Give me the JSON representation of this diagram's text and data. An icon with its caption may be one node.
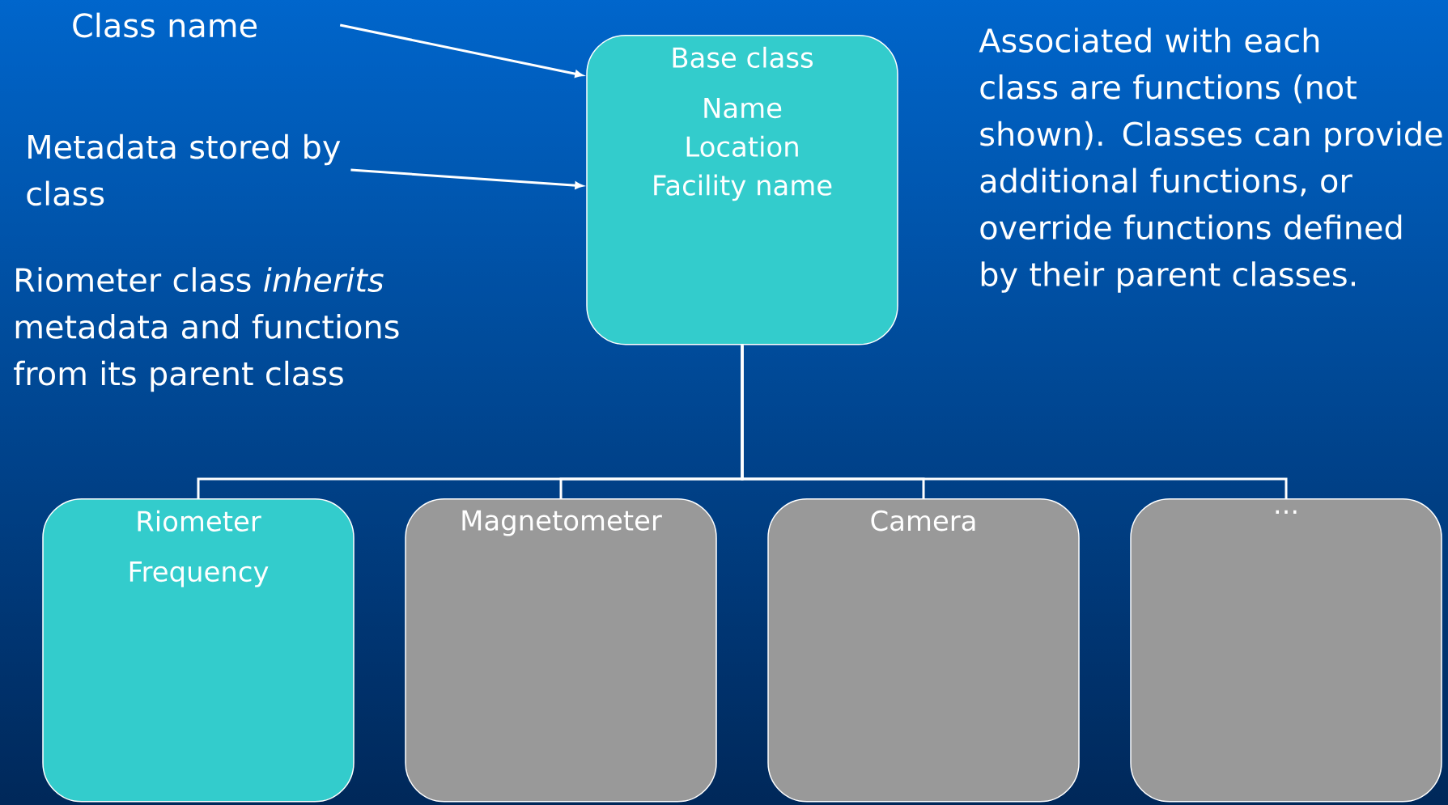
{
  "diagram": {
    "nodes": [
      {
        "text": [
          "Base class",
          "Name Location Facility name"
        ]
      },
      {
        "text": [
          "Class name"
        ]
      },
      {
        "text": [
          "Metadata stored by class"
        ]
      },
      {
        "text": [
          "Riometer",
          "Frequency"
        ]
      },
      {
        "text": [
          "Magnetometer"
        ]
      },
      {
        "text": [
          "Camera"
        ]
      },
      {
        "text": [
          "..."
        ]
      }
    ],
    "edges": [
      {
        "from": 1,
        "to": 0,
        "arrow": "to"
      },
      {
        "from": 2,
        "to": 0,
        "arrow": "to"
      },
      {
        "from": 0,
        "to": 3,
        "arrow": "none"
      },
      {
        "from": 0,
        "to": 4,
        "arrow": "none"
      },
      {
        "from": 0,
        "to": 5,
        "arrow": "none"
      },
      {
        "from": 0,
        "to": 6,
        "arrow": "none"
      }
    ],
    "labels": [
      "Riometer class *inherits* metadata and functions from its parent class",
      "Associated with each class are functions (not shown). Classes can provide additional functions, or override functions defined by their parent classes."
    ]
  }
}
